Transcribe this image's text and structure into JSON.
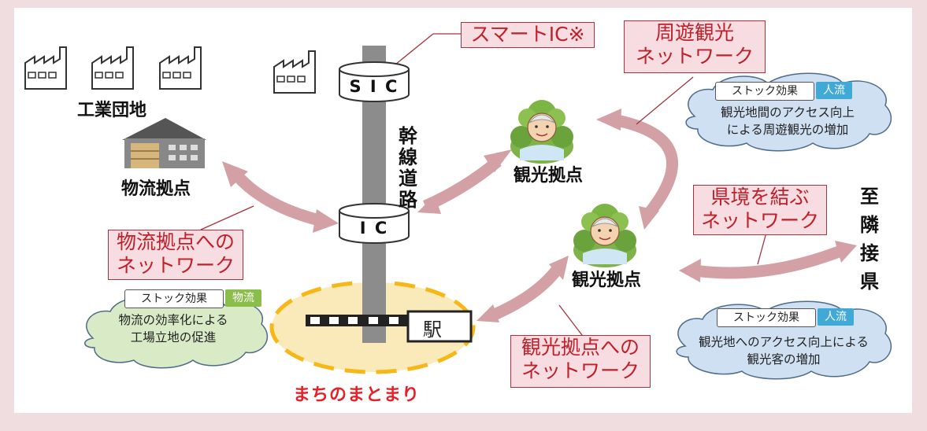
{
  "labels": {
    "smart_ic": "スマートIC※",
    "sic": "S I C",
    "ic": "I C",
    "trunk_road": "幹線道路",
    "industrial_park": "工業団地",
    "logistics_hub": "物流拠点",
    "tourism_hub_upper": "観光拠点",
    "tourism_hub_lower": "観光拠点",
    "station": "駅",
    "town_cluster": "まちのまとまり",
    "to_neighbor_pref": "至隣接県"
  },
  "networks": {
    "excursion": [
      "周遊観光",
      "ネットワーク"
    ],
    "prefecture_border": [
      "県境を結ぶ",
      "ネットワーク"
    ],
    "to_logistics": [
      "物流拠点への",
      "ネットワーク"
    ],
    "to_tourism": [
      "観光拠点への",
      "ネットワーク"
    ]
  },
  "effects": {
    "logistics": {
      "tag": "ストック効果",
      "category": "物流",
      "category_color": "#8bbd4a",
      "fill": "#d8ebc6",
      "lines": [
        "物流の効率化による",
        "工場立地の促進"
      ]
    },
    "excursion": {
      "tag": "ストック効果",
      "category": "人流",
      "category_color": "#41a9d6",
      "fill": "#cfe0f3",
      "lines": [
        "観光地間のアクセス向上",
        "による周遊観光の増加"
      ]
    },
    "tourists": {
      "tag": "ストック効果",
      "category": "人流",
      "category_color": "#41a9d6",
      "fill": "#cfe0f3",
      "lines": [
        "観光地へのアクセス向上による",
        "観光客の増加"
      ]
    }
  },
  "colors": {
    "background": "#f0dde0",
    "box_fill": "#f7dde1",
    "box_border": "#a6333d",
    "box_text": "#c0202a",
    "arrow": "#d3a0a6",
    "road": "#8c8c8c",
    "town_fill": "#fbeab9",
    "town_dash": "#f6b717",
    "town_label": "#e81f26"
  }
}
